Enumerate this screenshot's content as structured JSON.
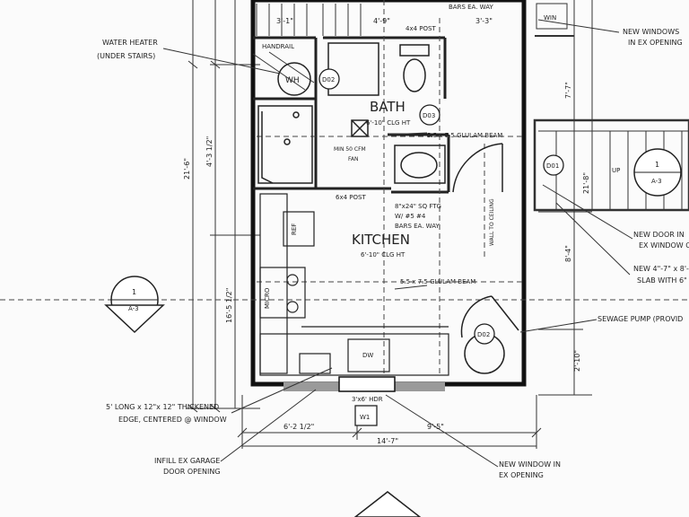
{
  "rooms": {
    "bath": {
      "name": "BATH",
      "ceiling": "6'-10\" CLG HT"
    },
    "kitchen": {
      "name": "KITCHEN",
      "ceiling": "6'-10\" CLG HT"
    }
  },
  "callouts": {
    "water_heater": [
      "WATER HEATER",
      "(UNDER STAIRS)"
    ],
    "new_windows_top": [
      "NEW WINDOWS",
      "IN EX OPENING"
    ],
    "new_door": [
      "NEW DOOR IN",
      "EX WINDOW O"
    ],
    "new_slab": [
      "NEW 4\"-7\" x 8'-",
      "SLAB WITH 6\""
    ],
    "sewage_pump": "SEWAGE PUMP (PROVID",
    "thickened_edge": [
      "5' LONG x 12\"x 12\" THICKENED",
      "EDGE, CENTERED @ WINDOW"
    ],
    "infill": [
      "INFILL EX GARAGE",
      "DOOR OPENING"
    ],
    "new_window_bottom": [
      "NEW WINDOW IN",
      "EX OPENING"
    ]
  },
  "notes": {
    "bars_top": "BARS EA. WAY",
    "bars_mid": "BARS EA. WAY",
    "post_top": "4x4 POST",
    "post_mid": "6x4 POST",
    "glulam_top": "5.5 x 7.5 GLULAM BEAM",
    "glulam_mid": "5.5 x 7.5 GLULAM BEAM",
    "ftg": "8\"x24\" SQ FTG",
    "ftg2": "W/ #5 #4",
    "handrail": "HANDRAIL",
    "fan": [
      "MIN 50 CFM",
      "FAN"
    ],
    "micro": "MICRO",
    "ref": "REF",
    "up": "UP",
    "win": "WIN",
    "dw": "DW",
    "vert_wall": "WALL TO CEILING"
  },
  "dimensions": {
    "top_left": "3'-1\"",
    "top_mid": "4'-9\"",
    "top_right": "3'-3\"",
    "overall_left": "21'-6\"",
    "left_upper": "4'-3 1/2\"",
    "left_lower": "16'-5 1/2\"",
    "right_upper": "7'-7\"",
    "right_mid": "8'-4\"",
    "right_lower": "2'-10\"",
    "stair_dim": "21'-8\"",
    "bottom_left": "6'-2 1/2\"",
    "bottom_right": "9'-5\"",
    "bottom_overall": "14'-7\"",
    "door_dim": "3'x6' HDR",
    "w_tag": "W1"
  },
  "tags": {
    "wh": "WH",
    "d02_bath": "D02",
    "d03": "D03",
    "d01": "D01",
    "d02_pump": "D02",
    "section_num": "1",
    "section_sheet": "A-3"
  }
}
